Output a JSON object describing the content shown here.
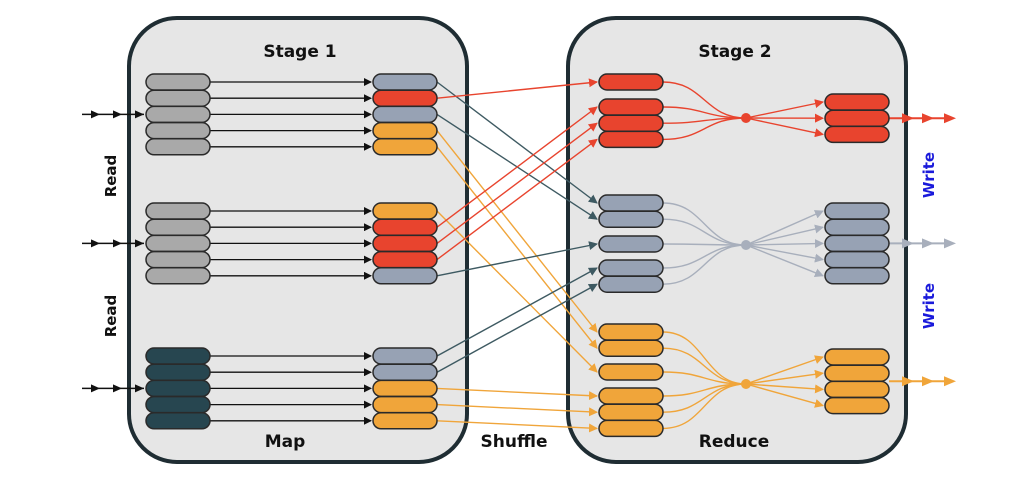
{
  "diagram": {
    "title": "MapReduce: Read, Map, Shuffle, Reduce, Write",
    "stages": [
      {
        "id": "stage1",
        "label": "Stage 1",
        "phase_label": "Map"
      },
      {
        "id": "stage2",
        "label": "Stage 2",
        "phase_label": "Reduce"
      }
    ],
    "shuffle_label": "Shuffle",
    "read_labels": [
      "Read",
      "Read"
    ],
    "write_labels": [
      "Write",
      "Write"
    ],
    "colors": {
      "input_gray": "#a9a9a9",
      "input_dark": "#274650",
      "red": "#e8442e",
      "slate": "#97a2b4",
      "orange": "#f0a53a",
      "black": "#111111",
      "write_blue": "#1a1adb",
      "stage_fill": "#e6e6e6",
      "stage_border": "#1f2d33",
      "slate_link": "#3e5a62",
      "slate_fan": "#a8afbc"
    },
    "map_inputs": [
      {
        "group": 1,
        "color": "input_gray",
        "count": 5
      },
      {
        "group": 2,
        "color": "input_gray",
        "count": 5
      },
      {
        "group": 3,
        "color": "input_dark",
        "count": 5
      }
    ],
    "map_outputs": [
      {
        "group": 1,
        "partitions": [
          "slate",
          "red",
          "slate",
          "orange",
          "orange"
        ]
      },
      {
        "group": 2,
        "partitions": [
          "orange",
          "red",
          "red",
          "red",
          "slate"
        ]
      },
      {
        "group": 3,
        "partitions": [
          "slate",
          "slate",
          "orange",
          "orange",
          "orange"
        ]
      }
    ],
    "reduce_inputs": [
      {
        "key": "red",
        "blocks": [
          1,
          3
        ]
      },
      {
        "key": "slate",
        "blocks": [
          2,
          1,
          2
        ]
      },
      {
        "key": "orange",
        "blocks": [
          2,
          1,
          3
        ]
      }
    ],
    "reduce_outputs": [
      {
        "key": "red",
        "count": 3
      },
      {
        "key": "slate",
        "count": 5
      },
      {
        "key": "orange",
        "count": 4
      }
    ]
  }
}
